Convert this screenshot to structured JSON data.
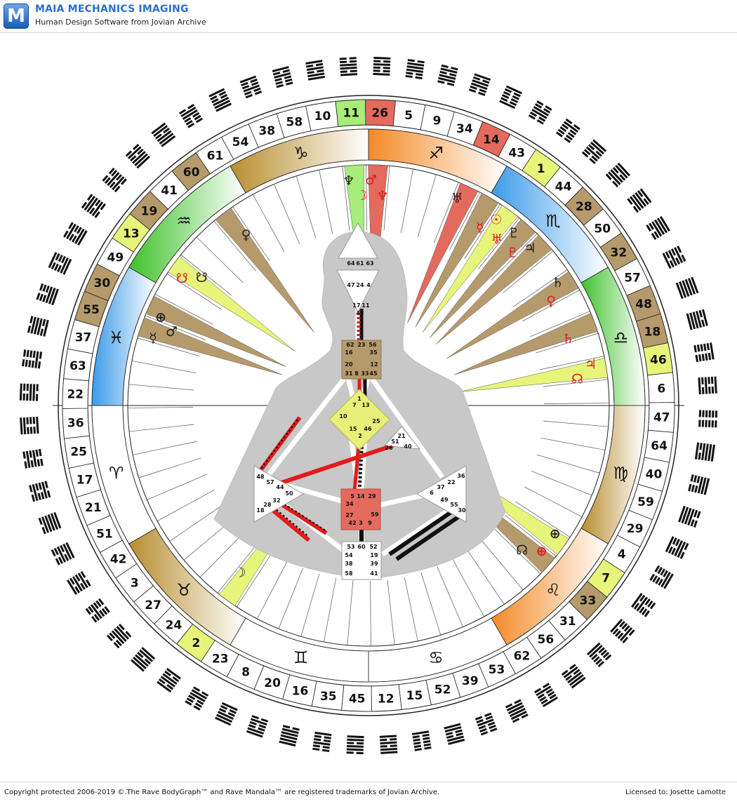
{
  "header": {
    "logo_letter": "M",
    "title": "MAIA MECHANICS IMAGING",
    "subtitle": "Human Design Software from Jovian Archive"
  },
  "footer": {
    "copyright": "Copyright protected 2006-2019 ©.The Rave BodyGraph™ and Rave Mandala™ are registered trademarks of Jovian Archive.",
    "license": "Licensed to: Josette Lamotte"
  },
  "colors": {
    "lime": "#e6f57a",
    "green": "#a8ec7a",
    "red": "#e46a5e",
    "tan": "#b59a6c",
    "dark_tan": "#9d7b4c",
    "orange": "#f48a28",
    "blue": "#3b9be8",
    "green_sign": "#3fc22c",
    "gold": "#b88d2f"
  },
  "wheel": {
    "gates_clockwise_from_top": [
      11,
      26,
      5,
      9,
      34,
      14,
      43,
      1,
      44,
      28,
      50,
      32,
      57,
      48,
      18,
      46,
      6,
      47,
      64,
      40,
      59,
      29,
      4,
      7,
      33,
      31,
      56,
      62,
      53,
      39,
      52,
      15,
      12,
      45,
      35,
      16,
      20,
      8,
      23,
      2,
      24,
      27,
      3,
      42,
      51,
      21,
      17,
      25,
      36,
      22,
      63,
      37,
      55,
      30,
      49,
      13,
      19,
      41,
      60,
      61,
      54,
      38,
      58,
      10
    ],
    "gate_highlight": {
      "11": "green",
      "26": "red",
      "14": "red",
      "1": "lime",
      "28": "tan",
      "32": "tan",
      "48": "tan",
      "18": "tan",
      "46": "lime",
      "7": "lime",
      "33": "tan",
      "2": "lime",
      "55": "tan",
      "30": "tan",
      "13": "lime",
      "19": "tan",
      "60": "tan"
    },
    "zodiac_signs": [
      {
        "glyph": "♐",
        "color": "orange"
      },
      {
        "glyph": "♏",
        "color": "blue"
      },
      {
        "glyph": "♎",
        "color": "green_sign"
      },
      {
        "glyph": "♍",
        "color": "gold"
      },
      {
        "glyph": "♌",
        "color": "orange"
      },
      {
        "glyph": "♋",
        "color": "none"
      },
      {
        "glyph": "♊",
        "color": "none"
      },
      {
        "glyph": "♉",
        "color": "gold"
      },
      {
        "glyph": "♈",
        "color": "none"
      },
      {
        "glyph": "♓",
        "color": "blue"
      },
      {
        "glyph": "♒",
        "color": "green_sign"
      },
      {
        "glyph": "♑",
        "color": "gold"
      }
    ],
    "wedges": [
      {
        "gate": 11,
        "color": "green"
      },
      {
        "gate": 26,
        "color": "red"
      },
      {
        "gate": 14,
        "color": "red"
      },
      {
        "gate": 1,
        "color": "lime"
      },
      {
        "gate": 43,
        "color": "tan"
      },
      {
        "gate": 44,
        "color": "tan"
      },
      {
        "gate": 28,
        "color": "tan"
      },
      {
        "gate": 32,
        "color": "tan"
      },
      {
        "gate": 48,
        "color": "tan"
      },
      {
        "gate": 46,
        "color": "lime"
      },
      {
        "gate": 7,
        "color": "lime"
      },
      {
        "gate": 33,
        "color": "tan"
      },
      {
        "gate": 2,
        "color": "lime"
      },
      {
        "gate": 55,
        "color": "tan"
      },
      {
        "gate": 30,
        "color": "tan"
      },
      {
        "gate": 13,
        "color": "lime"
      },
      {
        "gate": 60,
        "color": "tan"
      }
    ],
    "planet_labels": [
      {
        "glyph": "♆",
        "color": "black"
      },
      {
        "glyph": "☽",
        "color": "red"
      },
      {
        "glyph": "♂",
        "color": "red"
      },
      {
        "glyph": "♆",
        "color": "red"
      },
      {
        "glyph": "♅",
        "color": "black"
      },
      {
        "glyph": "♅",
        "color": "red"
      },
      {
        "glyph": "☉",
        "color": "red"
      },
      {
        "glyph": "☿",
        "color": "red"
      },
      {
        "glyph": "♇",
        "color": "black"
      },
      {
        "glyph": "♇",
        "color": "red"
      },
      {
        "glyph": "♃",
        "color": "black"
      },
      {
        "glyph": "♀",
        "color": "red"
      },
      {
        "glyph": "♄",
        "color": "black"
      },
      {
        "glyph": "♄",
        "color": "red"
      },
      {
        "glyph": "♃",
        "color": "red"
      },
      {
        "glyph": "☊",
        "color": "red"
      },
      {
        "glyph": "⊕",
        "color": "black"
      },
      {
        "glyph": "☊",
        "color": "black"
      },
      {
        "glyph": "⊕",
        "color": "red"
      },
      {
        "glyph": "☽",
        "color": "black"
      },
      {
        "glyph": "☿",
        "color": "black"
      },
      {
        "glyph": "♂",
        "color": "black"
      },
      {
        "glyph": "⊕",
        "color": "black"
      },
      {
        "glyph": "☋",
        "color": "black"
      },
      {
        "glyph": "☋",
        "color": "red"
      },
      {
        "glyph": "♀",
        "color": "black"
      }
    ]
  },
  "bodygraph": {
    "head_gates": [
      "64",
      "61",
      "63"
    ],
    "ajna_gates": [
      "47",
      "24",
      "4",
      "17",
      "43",
      "11"
    ],
    "throat_gates": [
      "62",
      "23",
      "56",
      "16",
      "35",
      "20",
      "12",
      "31",
      "8",
      "33",
      "45"
    ],
    "g_gates": [
      "1",
      "7",
      "13",
      "10",
      "25",
      "15",
      "46",
      "2"
    ],
    "heart_gates": [
      "21",
      "51",
      "26",
      "40"
    ],
    "spleen_gates": [
      "48",
      "57",
      "44",
      "50",
      "28",
      "32",
      "18"
    ],
    "sacral_gates": [
      "5",
      "14",
      "29",
      "34",
      "59",
      "27",
      "42",
      "3",
      "9"
    ],
    "solar_gates": [
      "36",
      "22",
      "37",
      "6",
      "49",
      "55",
      "30"
    ],
    "root_gates": [
      "53",
      "60",
      "52",
      "54",
      "19",
      "38",
      "39",
      "58",
      "41"
    ]
  }
}
